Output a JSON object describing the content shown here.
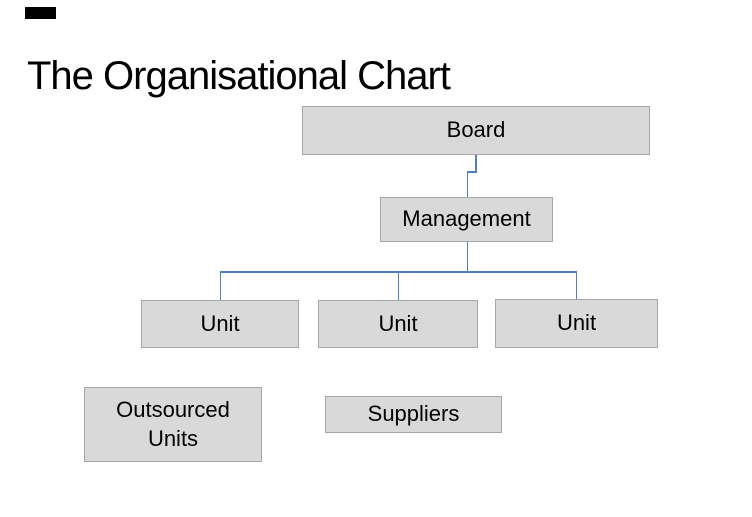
{
  "slide": {
    "title": "The Organisational Chart"
  },
  "colors": {
    "box_fill": "#d9d9d9",
    "box_border": "#a6a6a6",
    "connector": "#4f81bd",
    "text": "#000000",
    "marker": "#000000",
    "background": "#ffffff"
  },
  "chart": {
    "type": "org-chart",
    "nodes": [
      {
        "id": "board",
        "label": "Board",
        "level": 1
      },
      {
        "id": "management",
        "label": "Management",
        "level": 2
      },
      {
        "id": "unit-1",
        "label": "Unit",
        "level": 3
      },
      {
        "id": "unit-2",
        "label": "Unit",
        "level": 3
      },
      {
        "id": "unit-3",
        "label": "Unit",
        "level": 3
      },
      {
        "id": "outsourced-units",
        "label": "Outsourced Units",
        "level": "standalone"
      },
      {
        "id": "suppliers",
        "label": "Suppliers",
        "level": "standalone"
      }
    ],
    "edges": [
      {
        "from": "board",
        "to": "management"
      },
      {
        "from": "management",
        "to": "unit-1"
      },
      {
        "from": "management",
        "to": "unit-2"
      },
      {
        "from": "management",
        "to": "unit-3"
      }
    ]
  }
}
